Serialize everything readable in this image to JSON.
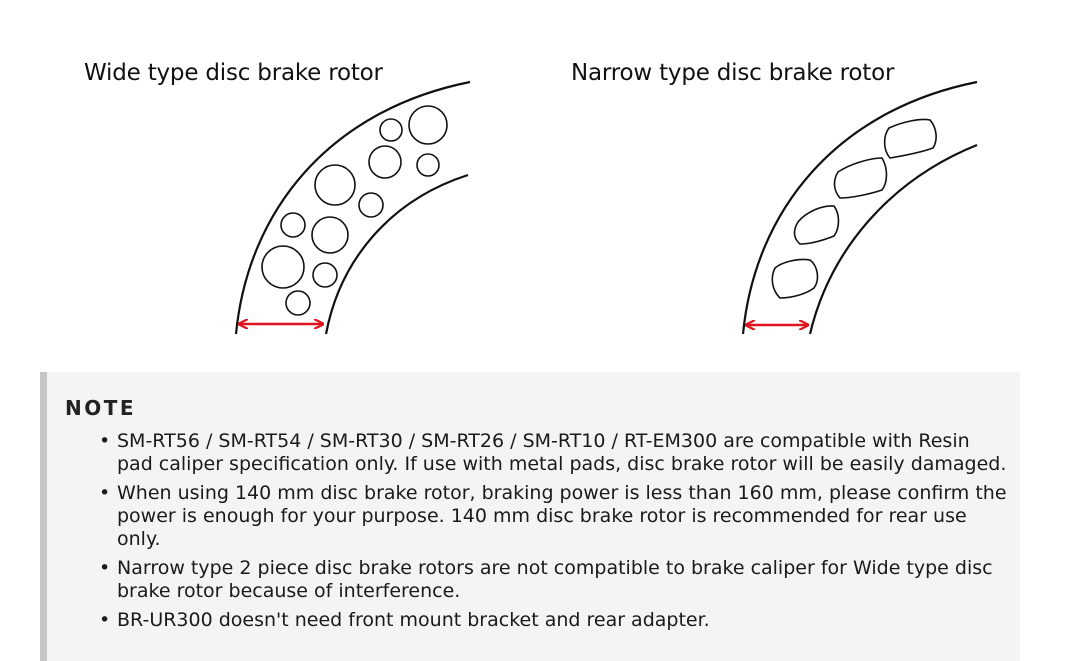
{
  "diagrams": {
    "wide": {
      "label": "Wide type disc brake rotor"
    },
    "narrow": {
      "label": "Narrow type disc brake rotor"
    }
  },
  "colors": {
    "arrow": "#e0141e",
    "outline": "#111111",
    "note_background": "#f4f4f4",
    "note_border": "#c6c6c6"
  },
  "note": {
    "title": "NOTE",
    "bullet": "•",
    "items": [
      "SM-RT56 / SM-RT54 / SM-RT30 / SM-RT26 / SM-RT10 / RT-EM300 are compatible with Resin pad caliper specification only. If use with metal pads, disc brake rotor will be easily damaged.",
      "When using 140 mm disc brake rotor, braking power is less than 160 mm, please confirm the power is enough for your purpose. 140 mm disc brake rotor is recommended for rear use only.",
      "Narrow type 2 piece disc brake rotors are not compatible to brake caliper for Wide type disc brake rotor because of interference.",
      "BR-UR300 doesn't need front mount bracket and rear adapter."
    ]
  }
}
